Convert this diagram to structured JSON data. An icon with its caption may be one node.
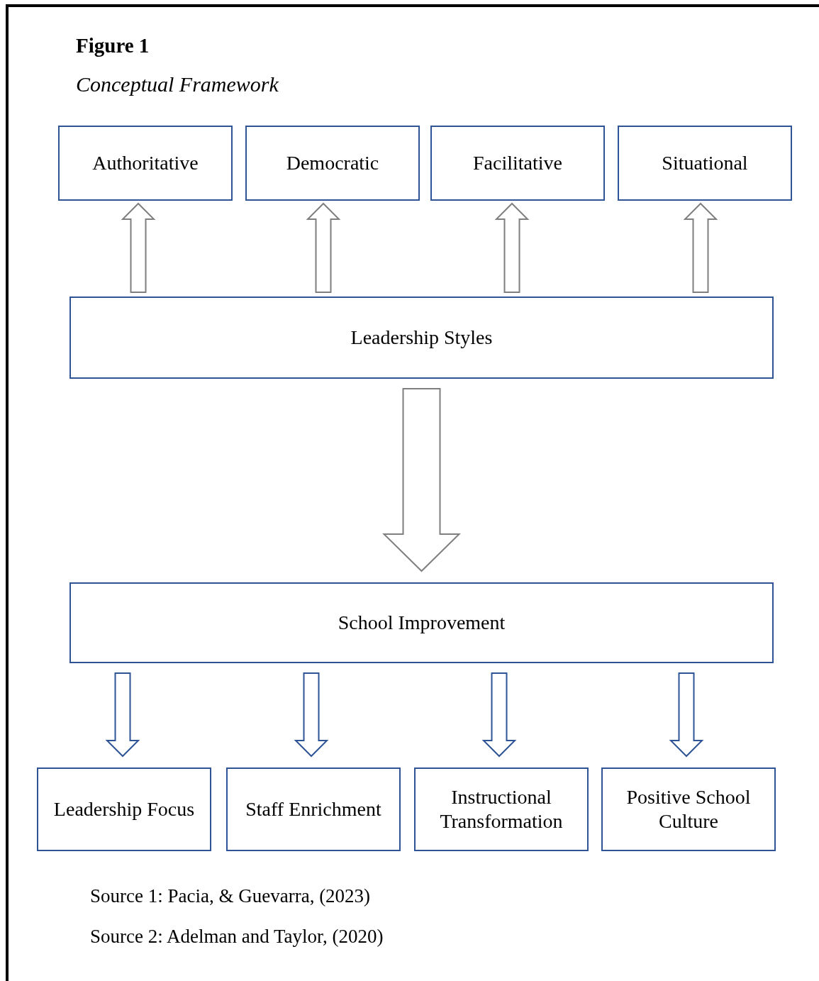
{
  "diagram": {
    "title": "Figure 1",
    "nodes": [
      {
        "text": [
          "Authoritative"
        ]
      },
      {
        "text": [
          "Democratic"
        ]
      },
      {
        "text": [
          "Facilitative"
        ]
      },
      {
        "text": [
          "Situational"
        ]
      },
      {
        "text": [
          "Leadership Styles"
        ]
      },
      {
        "text": [
          "School Improvement"
        ]
      },
      {
        "text": [
          "Leadership Focus"
        ]
      },
      {
        "text": [
          "Staff Enrichment"
        ]
      },
      {
        "text": [
          "Instructional Transformation"
        ]
      },
      {
        "text": [
          "Positive School Culture"
        ]
      }
    ],
    "edges": [
      {
        "from": 4,
        "to": 0,
        "arrow": "to"
      },
      {
        "from": 4,
        "to": 1,
        "arrow": "to"
      },
      {
        "from": 4,
        "to": 2,
        "arrow": "to"
      },
      {
        "from": 4,
        "to": 3,
        "arrow": "to"
      },
      {
        "from": 4,
        "to": 5,
        "arrow": "to",
        "style": "thick"
      },
      {
        "from": 5,
        "to": 6,
        "arrow": "to",
        "color": "#2f5496"
      },
      {
        "from": 5,
        "to": 7,
        "arrow": "to",
        "color": "#2f5496"
      },
      {
        "from": 5,
        "to": 8,
        "arrow": "to",
        "color": "#2f5496"
      },
      {
        "from": 5,
        "to": 9,
        "arrow": "to",
        "color": "#2f5496"
      }
    ],
    "labels": [
      "Conceptual Framework",
      "Source 1: Pacia, & Guevarra, (2023)",
      "Source 2: Adelman and Taylor, (2020)"
    ]
  }
}
